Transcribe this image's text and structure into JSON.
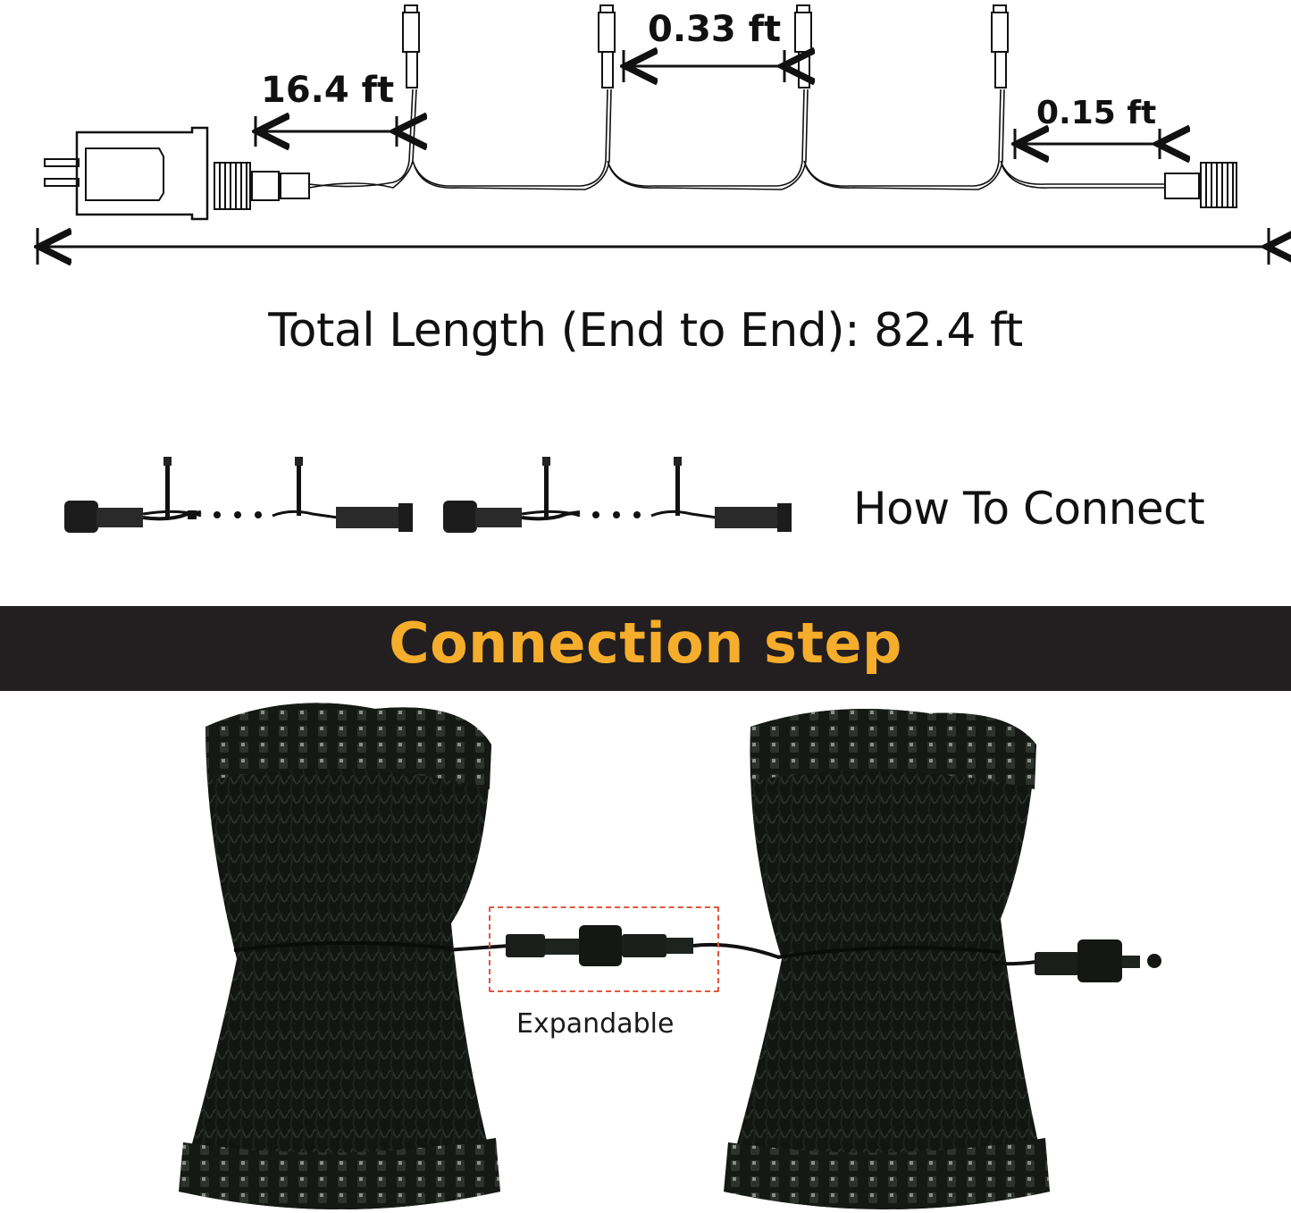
{
  "diagram": {
    "dimensions": {
      "lead_length": "16.4 ft",
      "bulb_spacing": "0.33 ft",
      "tail_length": "0.15 ft"
    },
    "total_length": "Total Length (End to End): 82.4 ft",
    "how_to_connect": "How To Connect"
  },
  "banner": {
    "title": "Connection step",
    "background_color": "#231f20",
    "title_color": "#f6ad2b"
  },
  "photo": {
    "expandable_label": "Expandable",
    "highlight_color": "#e0553f"
  }
}
